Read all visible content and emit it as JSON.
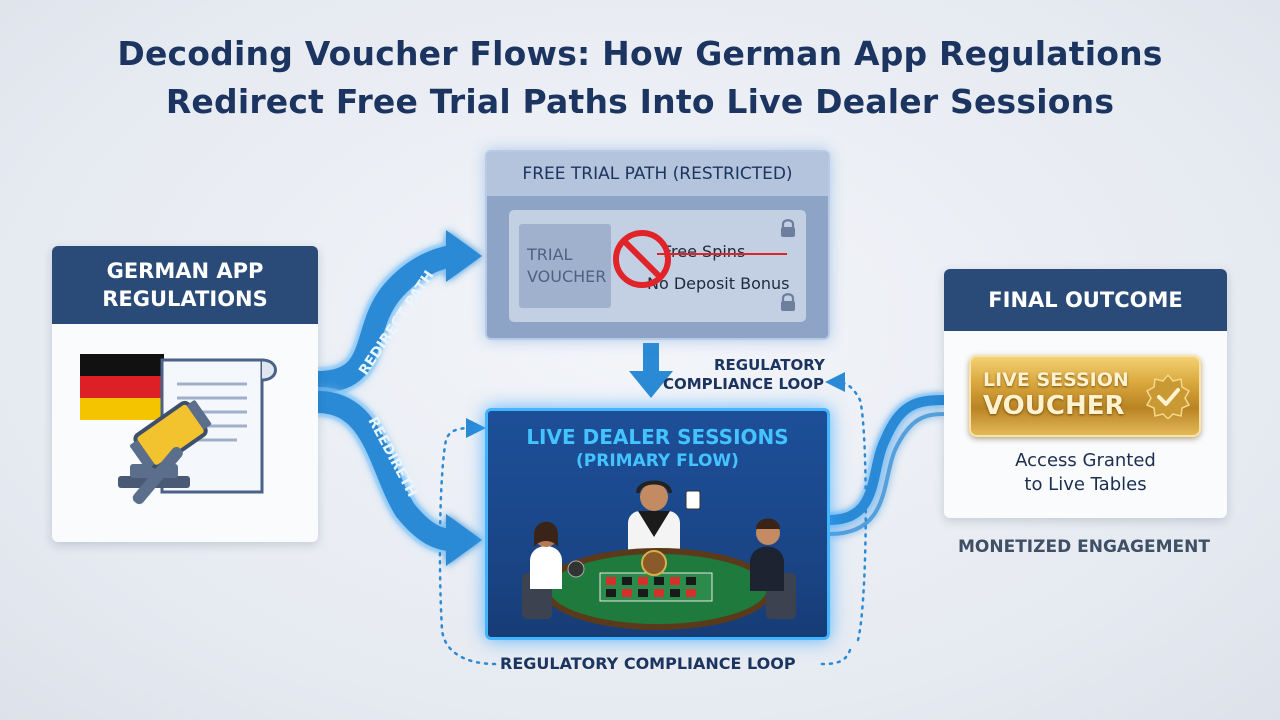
{
  "title": {
    "line1": "Decoding Voucher Flows: How German App Regulations",
    "line2": "Redirect Free Trial Paths Into Live Dealer Sessions"
  },
  "left_card": {
    "heading_line1": "GERMAN APP",
    "heading_line2": "REGULATIONS",
    "icons": [
      "german-flag-icon",
      "document-icon",
      "gavel-icon"
    ]
  },
  "trial_panel": {
    "heading": "FREE TRIAL PATH (RESTRICTED)",
    "voucher_label_line1": "TRIAL",
    "voucher_label_line2": "VOUCHER",
    "offer_1": "Free Spins",
    "offer_2": "No Deposit Bonus",
    "icons": [
      "prohibited-icon",
      "lock-icon"
    ]
  },
  "live_panel": {
    "heading": "LIVE DEALER SESSIONS",
    "subheading": "(PRIMARY FLOW)",
    "icons": [
      "dealer-icon",
      "roulette-table-icon",
      "player-icon"
    ]
  },
  "right_card": {
    "heading": "FINAL OUTCOME",
    "voucher_line1": "LIVE SESSION",
    "voucher_line2": "VOUCHER",
    "access_line1": "Access Granted",
    "access_line2": "to Live Tables",
    "icons": [
      "verified-badge-icon"
    ]
  },
  "labels": {
    "redirect_path": "REDIRECT PATH",
    "redirect": "REEDIRETH",
    "loop_top_line1": "REGULATORY",
    "loop_top_line2": "COMPLIANCE LOOP",
    "loop_bottom": "REGULATORY COMPLIANCE LOOP",
    "monetized": "MONETIZED ENGAGEMENT"
  },
  "colors": {
    "navy": "#1c3560",
    "card_header": "#2a4b78",
    "glow_blue": "#43b5ff",
    "flow_blue": "#2a8ad6",
    "gold": "#d9a63c",
    "prohibited_red": "#e0242a"
  }
}
